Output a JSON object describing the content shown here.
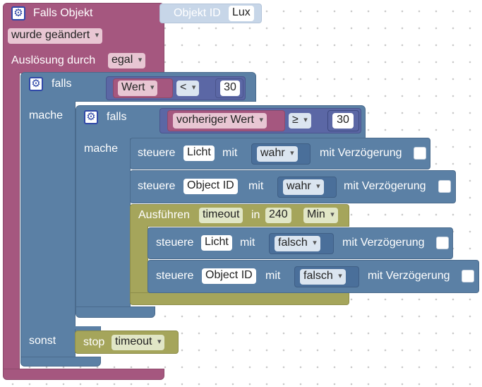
{
  "event_block": {
    "title": "Falls Objekt",
    "object_id_label": "Objekt ID",
    "object_id_value": "Lux",
    "trigger_dropdown": "wurde geändert",
    "trigger_by_label": "Auslösung durch",
    "trigger_by_value": "egal"
  },
  "if_outer": {
    "if_label": "falls",
    "compare_left": "Wert",
    "compare_op": "<",
    "compare_right": "30",
    "do_label": "mache",
    "else_label": "sonst"
  },
  "if_inner": {
    "if_label": "falls",
    "compare_left": "vorheriger Wert",
    "compare_op": "≥",
    "compare_right": "30",
    "do_label": "mache"
  },
  "control_1": {
    "control_label": "steuere",
    "target": "Licht",
    "with_label": "mit",
    "value": "wahr",
    "delay_label": "mit Verzögerung"
  },
  "control_2": {
    "control_label": "steuere",
    "target": "Object ID",
    "with_label": "mit",
    "value": "wahr",
    "delay_label": "mit Verzögerung"
  },
  "timeout_block": {
    "run_label": "Ausführen",
    "name": "timeout",
    "in_label": "in",
    "duration": "240",
    "unit": "Min"
  },
  "control_3": {
    "control_label": "steuere",
    "target": "Licht",
    "with_label": "mit",
    "value": "falsch",
    "delay_label": "mit Verzögerung"
  },
  "control_4": {
    "control_label": "steuere",
    "target": "Object ID",
    "with_label": "mit",
    "value": "falsch",
    "delay_label": "mit Verzögerung"
  },
  "stop_block": {
    "stop_label": "stop",
    "name": "timeout"
  }
}
